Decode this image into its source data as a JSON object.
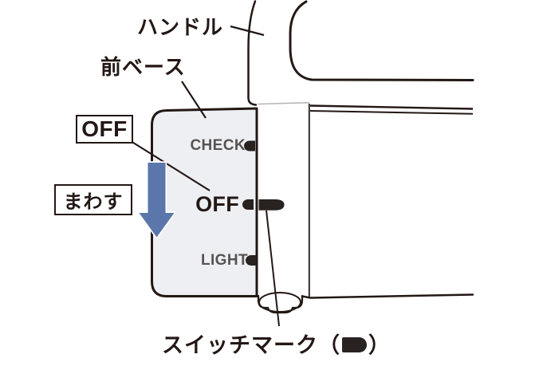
{
  "labels": {
    "handle": "ハンドル",
    "front_base": "前ベース",
    "off_callout": "OFF",
    "turn": "まわす",
    "switch_mark_prefix": "スイッチマーク（",
    "switch_mark_suffix": "）"
  },
  "switch_panel": {
    "positions": [
      {
        "label": "CHECK",
        "state": "inactive"
      },
      {
        "label": "OFF",
        "state": "selected"
      },
      {
        "label": "LIGHT",
        "state": "inactive"
      }
    ],
    "selected_position": "OFF",
    "switch_mark_icon": "rounded-black-tab"
  },
  "colors": {
    "line": "#231815",
    "panel_fill": "#edeff3",
    "inactive_text": "#575352",
    "marker": "#282220",
    "arrow_accent": "#5b76ab"
  }
}
